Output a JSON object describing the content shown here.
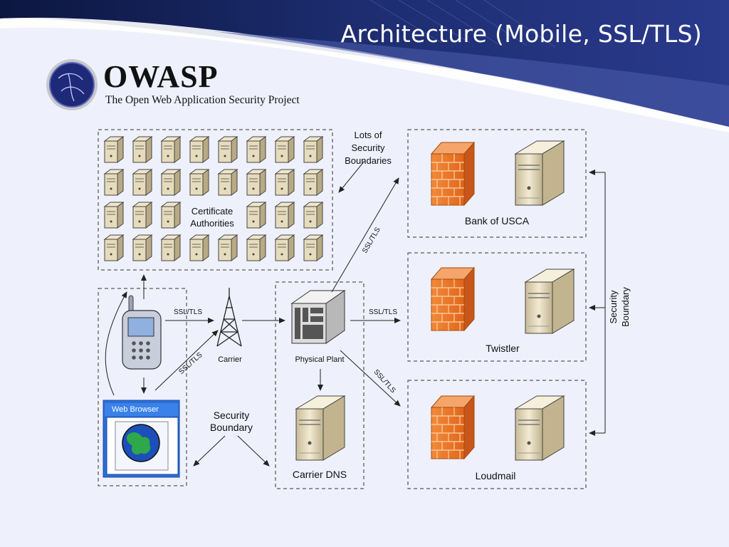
{
  "slide": {
    "title": "Architecture (Mobile, SSL/TLS)"
  },
  "logo": {
    "wordmark": "OWASP",
    "tagline": "The Open Web Application Security Project"
  },
  "diagram": {
    "certificate_authorities": "Certificate\nAuthorities",
    "lots_of_boundaries": "Lots of\nSecurity\nBoundaries",
    "carrier": "Carrier",
    "physical_plant": "Physical Plant",
    "carrier_dns": "Carrier DNS",
    "web_browser": "Web Browser",
    "security_boundary_bottom": "Security\nBoundary",
    "security_boundary_side": "Security\nBoundary",
    "bank": "Bank of USCA",
    "twistler": "Twistler",
    "loudmail": "Loudmail",
    "ssl_tls": "SSL/TLS"
  },
  "colors": {
    "banner_dark": "#0e1a4a",
    "banner_mid": "#3c4a9c",
    "firewall": "#f07a2a",
    "server": "#e8dcbc",
    "browser_blue": "#2a6ed8"
  }
}
